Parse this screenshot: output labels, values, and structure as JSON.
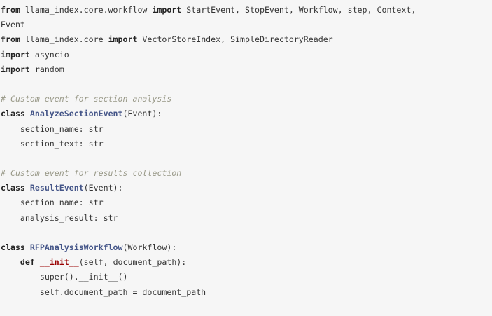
{
  "code": {
    "language": "python",
    "lines": [
      [
        {
          "t": "from",
          "k": "kw"
        },
        {
          "t": " llama_index.core.workflow ",
          "k": "tx"
        },
        {
          "t": "import",
          "k": "kw"
        },
        {
          "t": " StartEvent, StopEvent, Workflow, step, Context,",
          "k": "tx"
        }
      ],
      [
        {
          "t": "Event",
          "k": "tx"
        }
      ],
      [
        {
          "t": "from",
          "k": "kw"
        },
        {
          "t": " llama_index.core ",
          "k": "tx"
        },
        {
          "t": "import",
          "k": "kw"
        },
        {
          "t": " VectorStoreIndex, SimpleDirectoryReader",
          "k": "tx"
        }
      ],
      [
        {
          "t": "import",
          "k": "kw"
        },
        {
          "t": " asyncio",
          "k": "tx"
        }
      ],
      [
        {
          "t": "import",
          "k": "kw"
        },
        {
          "t": " random",
          "k": "tx"
        }
      ],
      [],
      [
        {
          "t": "# Custom event for section analysis",
          "k": "cm"
        }
      ],
      [
        {
          "t": "class",
          "k": "kw"
        },
        {
          "t": " ",
          "k": "tx"
        },
        {
          "t": "AnalyzeSectionEvent",
          "k": "cls"
        },
        {
          "t": "(Event):",
          "k": "tx"
        }
      ],
      [
        {
          "t": "    section_name: str",
          "k": "tx"
        }
      ],
      [
        {
          "t": "    section_text: str",
          "k": "tx"
        }
      ],
      [],
      [
        {
          "t": "# Custom event for results collection",
          "k": "cm"
        }
      ],
      [
        {
          "t": "class",
          "k": "kw"
        },
        {
          "t": " ",
          "k": "tx"
        },
        {
          "t": "ResultEvent",
          "k": "cls"
        },
        {
          "t": "(Event):",
          "k": "tx"
        }
      ],
      [
        {
          "t": "    section_name: str",
          "k": "tx"
        }
      ],
      [
        {
          "t": "    analysis_result: str",
          "k": "tx"
        }
      ],
      [],
      [
        {
          "t": "class",
          "k": "kw"
        },
        {
          "t": " ",
          "k": "tx"
        },
        {
          "t": "RFPAnalysisWorkflow",
          "k": "cls"
        },
        {
          "t": "(Workflow):",
          "k": "tx"
        }
      ],
      [
        {
          "t": "    ",
          "k": "tx"
        },
        {
          "t": "def",
          "k": "kw"
        },
        {
          "t": " ",
          "k": "tx"
        },
        {
          "t": "__init__",
          "k": "fn"
        },
        {
          "t": "(self, document_path):",
          "k": "tx"
        }
      ],
      [
        {
          "t": "        super().__init__()",
          "k": "tx"
        }
      ],
      [
        {
          "t": "        self.document_path = document_path",
          "k": "tx"
        }
      ]
    ]
  }
}
